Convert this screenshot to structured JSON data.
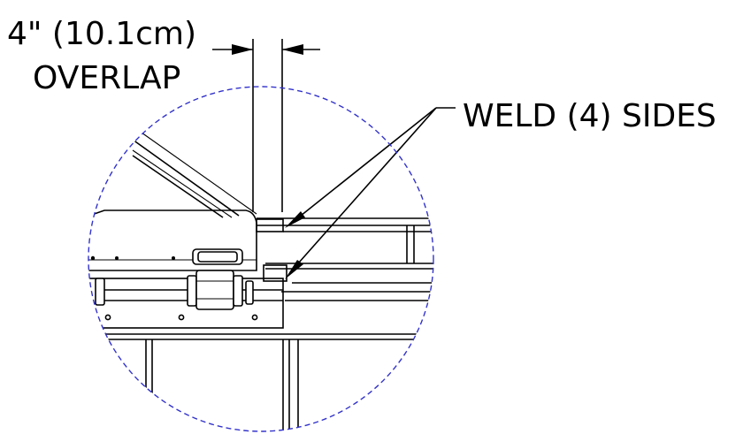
{
  "labels": {
    "dimension_line1": "4\" (10.1cm)",
    "dimension_line2": "OVERLAP",
    "weld_note": "WELD (4) SIDES"
  },
  "colors": {
    "ink": "#000000",
    "detail_circle": "#3333cc",
    "background": "#ffffff"
  }
}
